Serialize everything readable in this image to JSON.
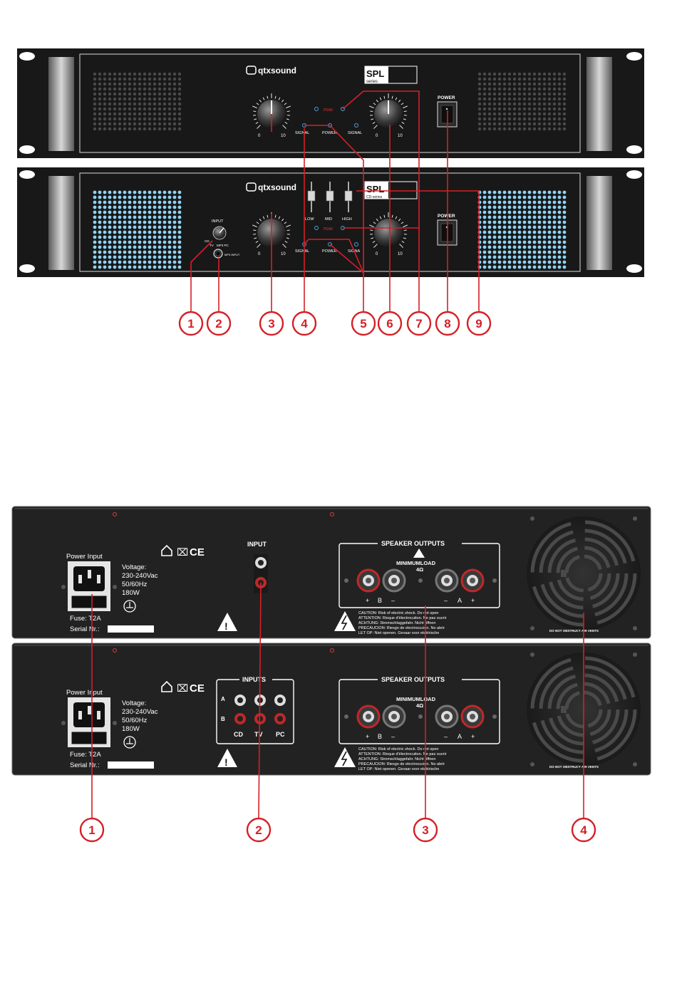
{
  "front": {
    "brand": "qtxsound",
    "model_top": "SPL",
    "model_top_sub": "series",
    "model_bottom": "SPL",
    "model_bottom_sub": "CD-series",
    "power_label": "POWER",
    "peak_label": "PEAK",
    "signal_label": "SIGNAL",
    "signal_short": "SIGNA",
    "led_power_label": "POWER",
    "knob_min": "0",
    "knob_max": "10",
    "eq_low": "LOW",
    "eq_mid": "MID",
    "eq_high": "HIGH",
    "input_label": "INPUT",
    "cd_label": "CD",
    "tv_label": "TV",
    "mp3pc_label": "MP3 PC",
    "mp3_input_label": "MP3 INPUT",
    "callouts": [
      "1",
      "2",
      "3",
      "4",
      "5",
      "6",
      "7",
      "8",
      "9"
    ]
  },
  "rear": {
    "power_input": "Power Input",
    "voltage": "Voltage:",
    "voltage_range": "230-240Vac",
    "frequency": "50/60Hz",
    "wattage": "180W",
    "fuse": "Fuse: T2A",
    "serial": "Serial Nr.:",
    "input_label": "INPUT",
    "inputs_label": "INPUTS",
    "row_a": "A",
    "row_b": "B",
    "cd": "CD",
    "tv": "TV",
    "pc": "PC",
    "speaker_outputs": "SPEAKER OUTPUTS",
    "minimum_load": "MINIMUMLOAD",
    "ohm": "4Ω",
    "plus": "+",
    "minus": "–",
    "ch_a": "A",
    "ch_b": "B",
    "warnings": [
      "CAUTION: Risk of electric shock. Do not open",
      "ATTENTION: Risque d'électrocution. Ne pas ouvrir",
      "ACHTUNG: Stromschlaggefahr. Nicht öffnen",
      "PRECAUCION: Riesgo de electrocución. No abrir",
      "LET OP: Niet openen. Gevaar voor elektrische"
    ],
    "vents_notice": "DO NOT OBSTRUCT AIR VENTS",
    "callouts": [
      "1",
      "2",
      "3",
      "4"
    ]
  },
  "colors": {
    "panel": "#1c1c1c",
    "callout": "#d42027",
    "speaker_blue": "#8fd3f4",
    "speaker_grey": "#4a4a4a"
  }
}
